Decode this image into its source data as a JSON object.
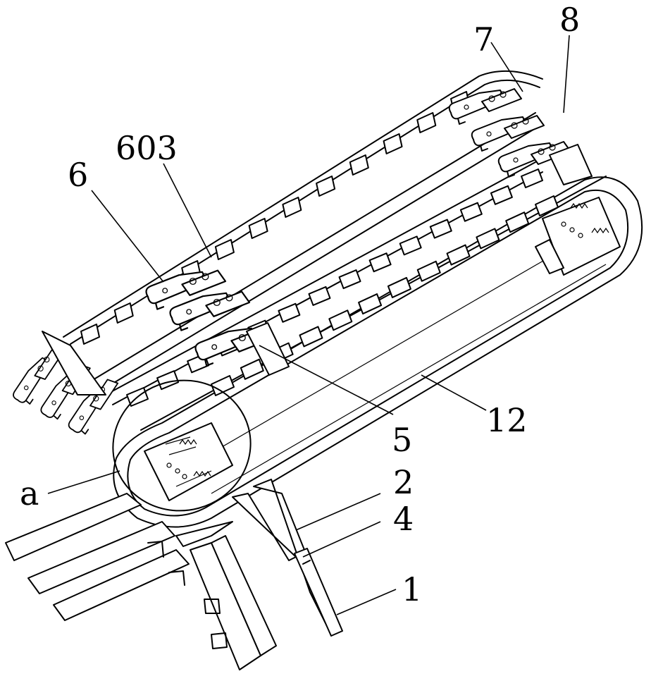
{
  "labels": {
    "l7": "7",
    "l8": "8",
    "l603": "603",
    "l6": "6",
    "l5": "5",
    "l12": "12",
    "la": "a",
    "l2": "2",
    "l4": "4",
    "l1": "1"
  }
}
